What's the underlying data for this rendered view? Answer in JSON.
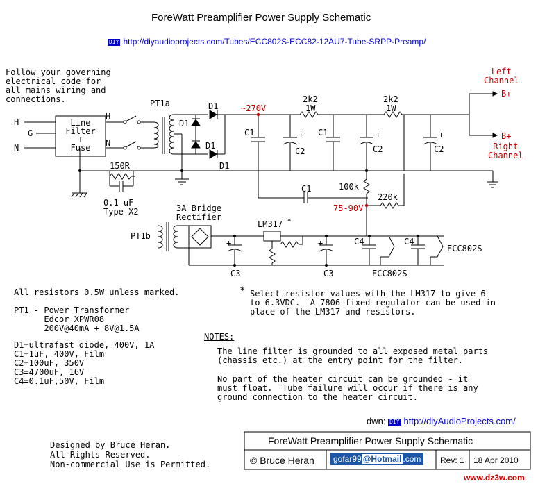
{
  "header": {
    "title": "ForeWatt Preamplifier Power Supply Schematic",
    "diy_badge": "DIY",
    "url": "http://diyaudioprojects.com/Tubes/ECC802S-ECC82-12AU7-Tube-SRPP-Preamp/"
  },
  "warning_note": "Follow your governing\nelectrical code for\nall mains wiring and\nconnections.",
  "schematic": {
    "mains": {
      "h": "H",
      "g": "G",
      "n": "N"
    },
    "line_filter": "Line\nFilter\n+\nFuse",
    "switch_h": "H",
    "switch_n": "N",
    "pt1a": "PT1a",
    "pt1b": "PT1b",
    "diodes": [
      "D1",
      "D1",
      "D1",
      "D1"
    ],
    "voltage_270": "~270V",
    "r_2k2_a": "2k2",
    "r_2k2_a_rating": "1W",
    "r_2k2_b": "2k2",
    "r_2k2_b_rating": "1W",
    "caps": {
      "c1_a": "C1",
      "c2_a": "C2",
      "c1_b": "C1",
      "c2_b": "C2",
      "c2_c": "C2",
      "c1_c": "C1"
    },
    "left_channel": "Left\nChannel",
    "right_channel": "Right\nChannel",
    "b_plus_1": "B+",
    "b_plus_2": "B+",
    "r_150": "150R",
    "cap_01": "0.1 uF\nType X2",
    "r_100k": "100k",
    "r_220k": "220k",
    "voltage_75_90": "75-90V",
    "bridge": "3A Bridge\nRectifier",
    "lm317": "LM317",
    "lm317_star": "*",
    "c3_a": "C3",
    "c3_b": "C3",
    "c4_a": "C4",
    "c4_b": "C4",
    "ecc_a": "ECC802S",
    "ecc_b": "ECC802S",
    "plus": "+"
  },
  "notes_left": {
    "resistors": "All resistors 0.5W unless marked.",
    "pt1": "PT1 - Power Transformer\n      Edcor XPWR08\n      200V@40mA + 8V@1.5A",
    "parts": "D1=ultrafast diode, 400V, 1A\nC1=1uF, 400V, Film\nC2=100uF, 350V\nC3=4700uF, 16V\nC4=0.1uF,50V, Film"
  },
  "notes_right": {
    "star": "*",
    "lm317_note": "Select resistor values with the LM317 to give 6\nto 6.3VDC.  A 7806 fixed regulator can be used in\nplace of the LM317 and resistors.",
    "notes_heading": "NOTES:",
    "note1": "The line filter is grounded to all exposed metal parts\n(chassis etc.) at the entry point for the filter.",
    "note2": "No part of the heater circuit can be grounded - it\nmust float.  Tube failure will occur if there is any\nground connection to the heater circuit."
  },
  "footer": {
    "dwn_label": "dwn:",
    "diy_badge": "DIY",
    "dwn_url": "http://diyAudioProjects.com/",
    "credits": "Designed by Bruce Heran.\nAll Rights Reserved.\nNon-commercial Use is Permitted.",
    "title_block_title": "ForeWatt Preamplifier Power Supply Schematic",
    "author": "© Bruce Heran",
    "email_user": "gofar99",
    "email_domain": "@Hotmail",
    "email_tld": ".com",
    "rev": "Rev: 1",
    "date": "18 Apr 2010",
    "watermark": "www.dz3w.com"
  }
}
